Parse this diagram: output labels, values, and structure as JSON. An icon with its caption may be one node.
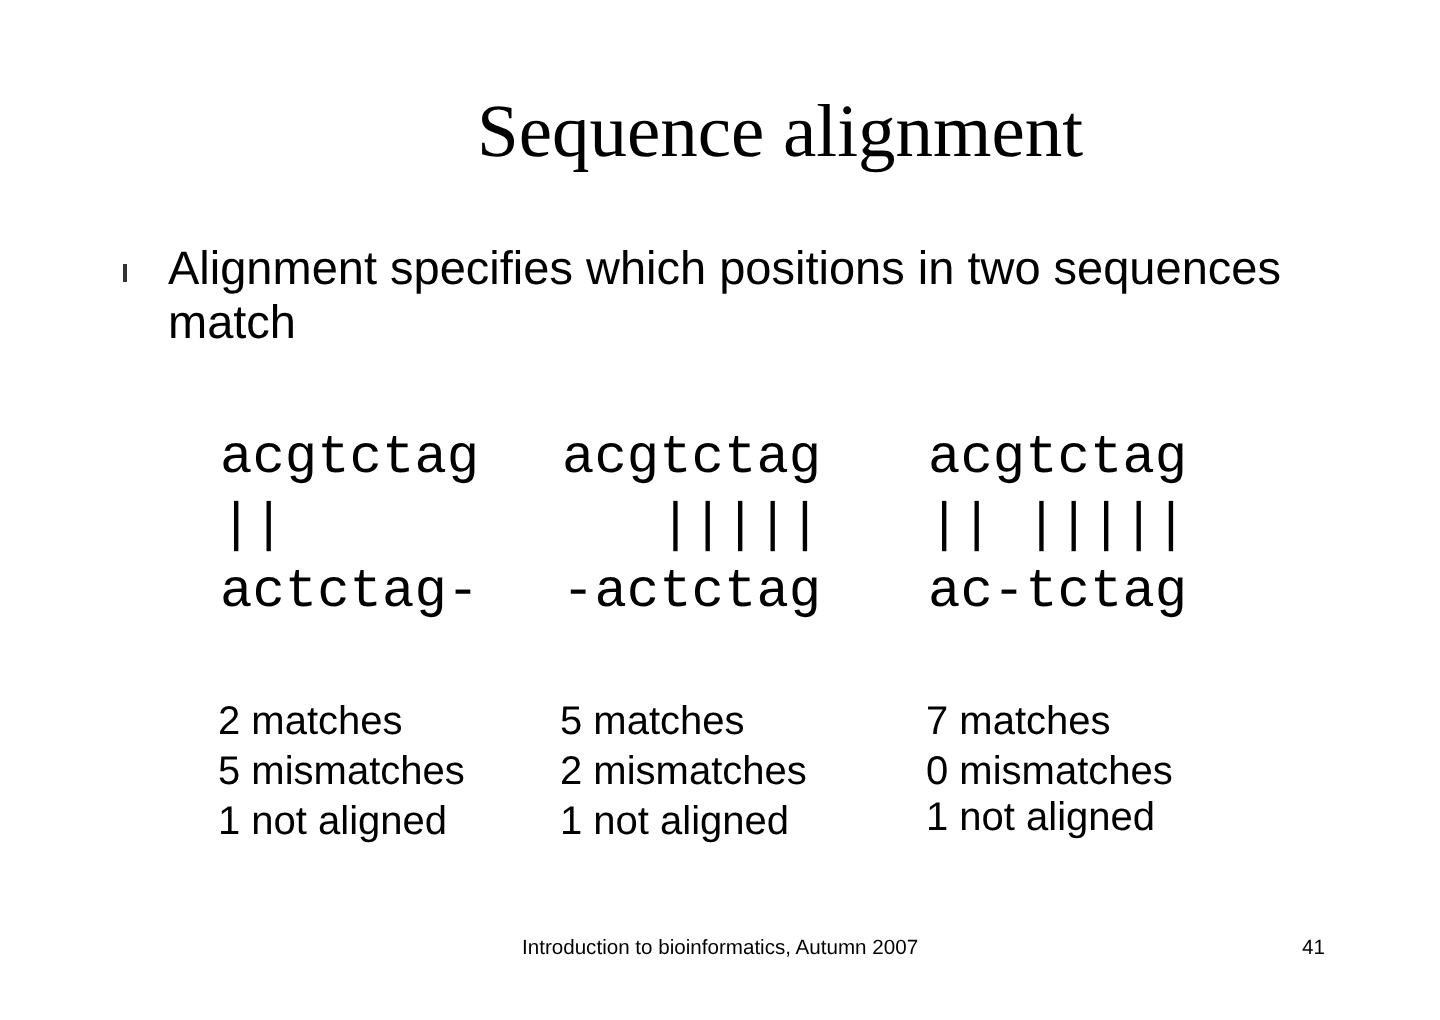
{
  "diagram": {
    "title": "Sequence alignment",
    "labels": [
      "Alignment specifies which positions in two sequences match",
      "acgtctag",
      "acgtctag",
      "acgtctag",
      "||",
      "   |||||",
      "|| |||||",
      "actctag-",
      "-actctag",
      "ac-tctag",
      "2 matches",
      "5 matches",
      "7 matches",
      "5 mismatches",
      "2 mismatches",
      "0 mismatches",
      "1 not aligned",
      "1 not aligned",
      "1 not aligned",
      "Introduction to bioinformatics, Autumn 2007",
      "41"
    ]
  }
}
